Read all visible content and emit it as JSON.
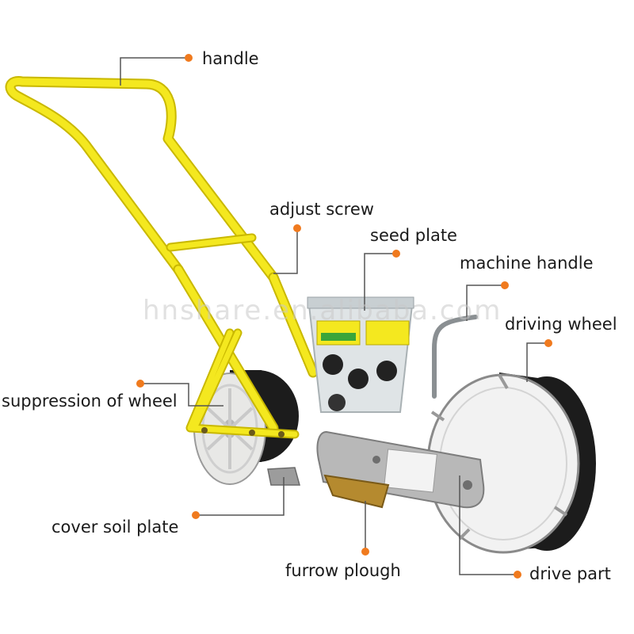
{
  "labels": {
    "handle": "handle",
    "adjust_screw": "adjust screw",
    "seed_plate": "seed plate",
    "machine_handle": "machine handle",
    "driving_wheel": "driving wheel",
    "suppression_of_wheel": "suppression of wheel",
    "cover_soil_plate": "cover soil plate",
    "furrow_plough": "furrow plough",
    "drive_part": "drive part"
  },
  "watermark": "hnshare.en.alibaba.com",
  "colors": {
    "frame": "#f4e81f",
    "frame_outline": "#c9b800",
    "dot": "#f07a1e",
    "leader": "#555555",
    "wheel_tire": "#1c1c1c",
    "wheel_rim": "#f2f2f2",
    "plate": "#b8b8b8",
    "hopper": "#dfe4e6"
  }
}
